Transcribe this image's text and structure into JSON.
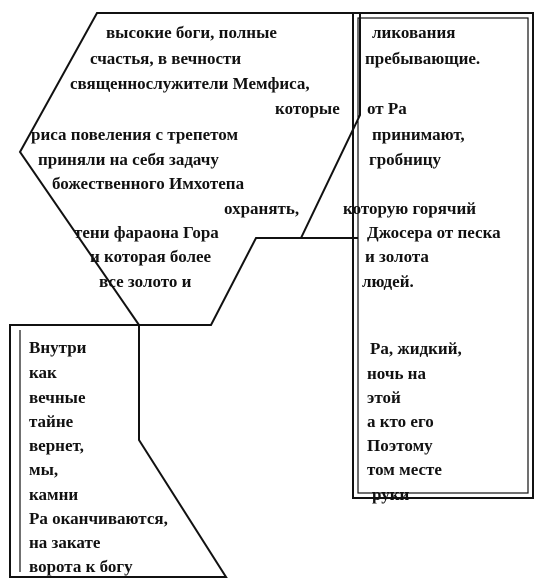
{
  "colors": {
    "ink": "#111111",
    "paper": "#ffffff"
  },
  "hexagon_lines": [
    "высокие боги, полные",
    "счастья, в вечности",
    "священнослужители Мемфиса,",
    "которые",
    "риса повеления с трепетом",
    "приняли на себя задачу",
    "божественного Имхотепа",
    "охранять,",
    "тени фараона Гора",
    "и которая более",
    "все золото и"
  ],
  "right_column_lines": [
    "ликования",
    "пребывающие.",
    "от Ра",
    "принимают,",
    "гробницу",
    "которую горячий",
    "Джосера от песка",
    "и золота",
    "людей.",
    "Ра, жидкий,",
    "ночь на",
    "этой",
    "а кто его",
    "Поэтому",
    "том месте",
    "руки"
  ],
  "lower_left_lines": [
    "Внутри",
    "как",
    "вечные",
    "тайне",
    "вернет,",
    "мы,",
    "камни",
    "Ра оканчиваются,",
    "на закате",
    "ворота к богу"
  ]
}
